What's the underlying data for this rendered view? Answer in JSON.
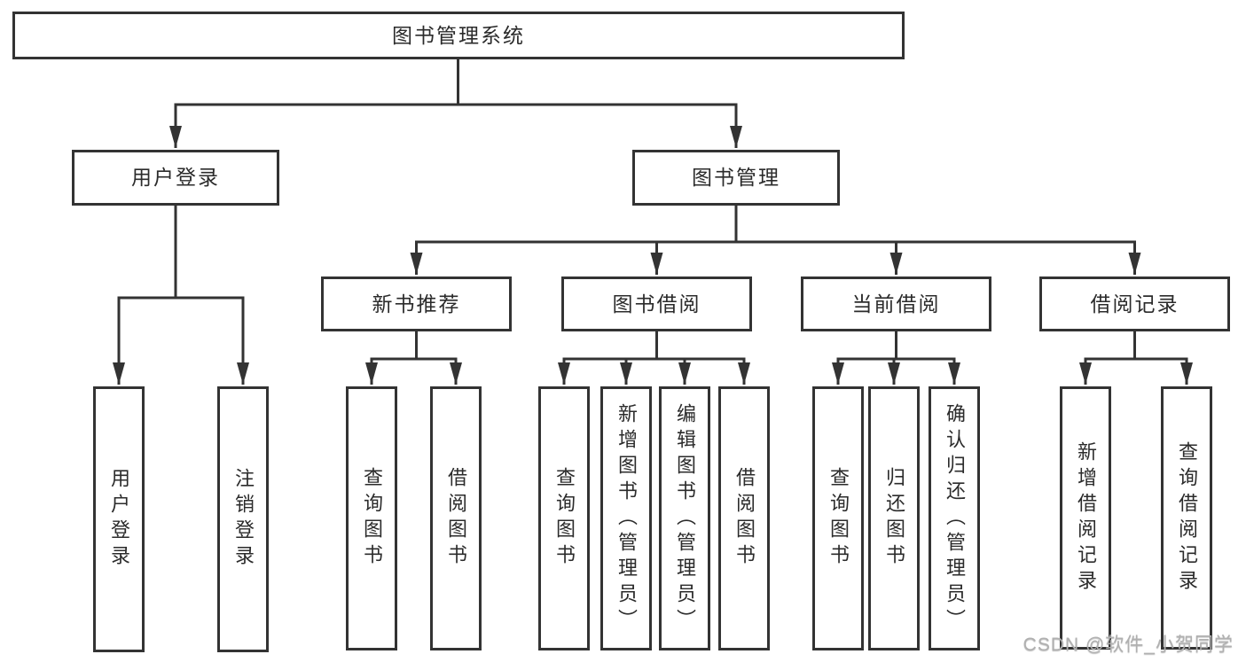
{
  "tree": {
    "root": {
      "label": "图书管理系统"
    },
    "branches": [
      {
        "label": "用户登录",
        "children": [
          {
            "label": "用户登录"
          },
          {
            "label": "注销登录"
          }
        ]
      },
      {
        "label": "图书管理",
        "children": [
          {
            "label": "新书推荐",
            "children": [
              {
                "label": "查询图书"
              },
              {
                "label": "借阅图书"
              }
            ]
          },
          {
            "label": "图书借阅",
            "children": [
              {
                "label": "查询图书"
              },
              {
                "label": "新增图书（管理员）"
              },
              {
                "label": "编辑图书（管理员）"
              },
              {
                "label": "借阅图书"
              }
            ]
          },
          {
            "label": "当前借阅",
            "children": [
              {
                "label": "查询图书"
              },
              {
                "label": "归还图书"
              },
              {
                "label": "确认归还（管理员）"
              }
            ]
          },
          {
            "label": "借阅记录",
            "children": [
              {
                "label": "新增借阅记录"
              },
              {
                "label": "查询借阅记录"
              }
            ]
          }
        ]
      }
    ]
  },
  "watermark": {
    "text": "CSDN @软件_小贺同学"
  },
  "colors": {
    "line": "#333333",
    "text": "#2b2b2b",
    "background": "#ffffff",
    "watermark": "#b0b0b0"
  }
}
